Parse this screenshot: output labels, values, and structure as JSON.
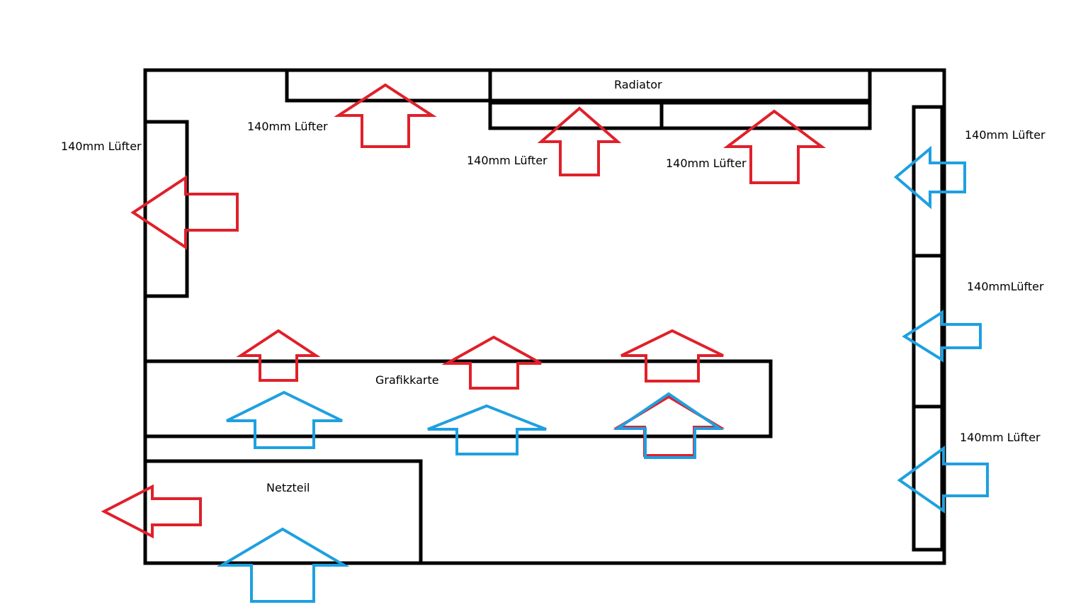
{
  "colors": {
    "exhaust": "#e0202a",
    "intake": "#1ea0e0",
    "outline": "#000000"
  },
  "labels": {
    "radiator": "Radiator",
    "top_fan_1": "140mm Lüfter",
    "top_fan_2": "140mm Lüfter",
    "top_fan_3": "140mm Lüfter",
    "rear_fan": "140mm Lüfter",
    "front_fan_1": "140mm Lüfter",
    "front_fan_2": "140mmLüfter",
    "front_fan_3": "140mm Lüfter",
    "gpu": "Grafikkarte",
    "psu": "Netzteil"
  }
}
